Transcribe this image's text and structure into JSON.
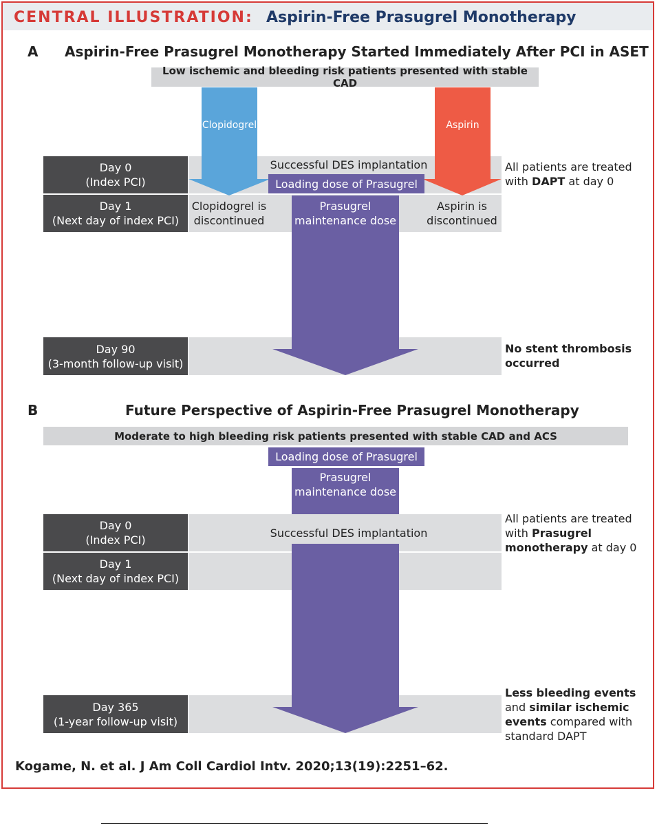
{
  "header": {
    "label": "CENTRAL ILLUSTRATION:",
    "title": "Aspirin-Free Prasugrel Monotherapy"
  },
  "section_a": {
    "letter": "A",
    "title": "Aspirin-Free Prasugrel Monotherapy Started Immediately After PCI in ASET",
    "population": "Low ischemic and bleeding risk patients presented with stable CAD",
    "clopidogrel_arrow": "Clopidogrel",
    "aspirin_arrow": "Aspirin",
    "day0": [
      "Day 0",
      "(Index PCI)"
    ],
    "day1": [
      "Day 1",
      "(Next day of index PCI)"
    ],
    "day90": [
      "Day 90",
      "(3-month follow-up visit)"
    ],
    "des": "Successful DES implantation",
    "loading": "Loading dose of Prasugrel",
    "maintenance": [
      "Prasugrel",
      "maintenance dose"
    ],
    "clopidogrel_stop": [
      "Clopidogrel is",
      "discontinued"
    ],
    "aspirin_stop": [
      "Aspirin is",
      "discontinued"
    ],
    "note_day0": {
      "pre": "All patients are treated",
      "mid_pre": "with ",
      "bold": "DAPT",
      "post": " at day 0"
    },
    "note_day90": [
      "No stent thrombosis",
      "occurred"
    ]
  },
  "section_b": {
    "letter": "B",
    "title": "Future Perspective of Aspirin-Free Prasugrel Monotherapy",
    "population": "Moderate to high bleeding risk patients presented with stable CAD and ACS",
    "loading": "Loading dose of Prasugrel",
    "maintenance": [
      "Prasugrel",
      "maintenance dose"
    ],
    "des": "Successful DES implantation",
    "day0": [
      "Day 0",
      "(Index PCI)"
    ],
    "day1": [
      "Day 1",
      "(Next day of index PCI)"
    ],
    "day365": [
      "Day 365",
      "(1-year follow-up visit)"
    ],
    "note_day0": {
      "l1": "All patients are treated",
      "l2_pre": "with ",
      "l2_bold": "Prasugrel",
      "l3_bold": "monotherapy",
      "l3_post": " at day 0"
    },
    "note_day365": {
      "l1_bold": "Less bleeding events",
      "l2_pre": "and ",
      "l2_bold": "similar ischemic",
      "l3_bold": "events",
      "l3_post": " compared with",
      "l4": "standard DAPT"
    }
  },
  "citation": "Kogame, N. et al. J Am Coll Cardiol Intv. 2020;13(19):2251–62.",
  "colors": {
    "frame": "#d63a37",
    "title": "#1f3a68",
    "clopidogrel": "#5aa5da",
    "aspirin": "#ee5b45",
    "prasugrel": "#6a5fa3",
    "dark": "#4a4a4c"
  }
}
